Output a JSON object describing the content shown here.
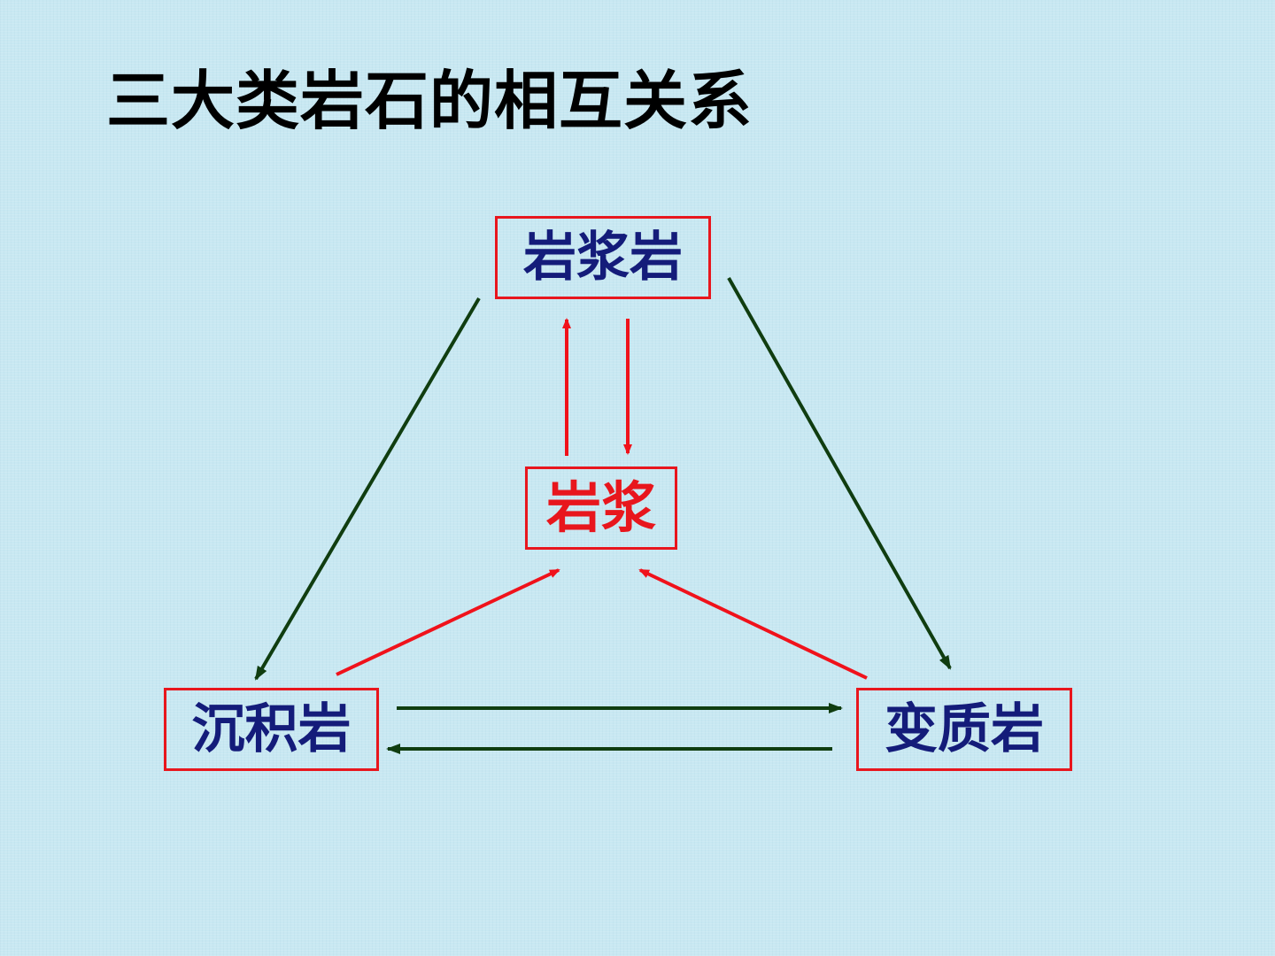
{
  "title": "三大类岩石的相互关系",
  "nodes": {
    "igneous": "岩浆岩",
    "magma": "岩浆",
    "sedimentary": "沉积岩",
    "metamorphic": "变质岩"
  },
  "colors": {
    "background": "#c8e8f2",
    "title_text": "#000000",
    "node_border": "#e8161d",
    "rock_text": "#141c7a",
    "magma_text": "#e8161d",
    "red_arrow": "#f0121b",
    "green_arrow": "#103d10"
  }
}
